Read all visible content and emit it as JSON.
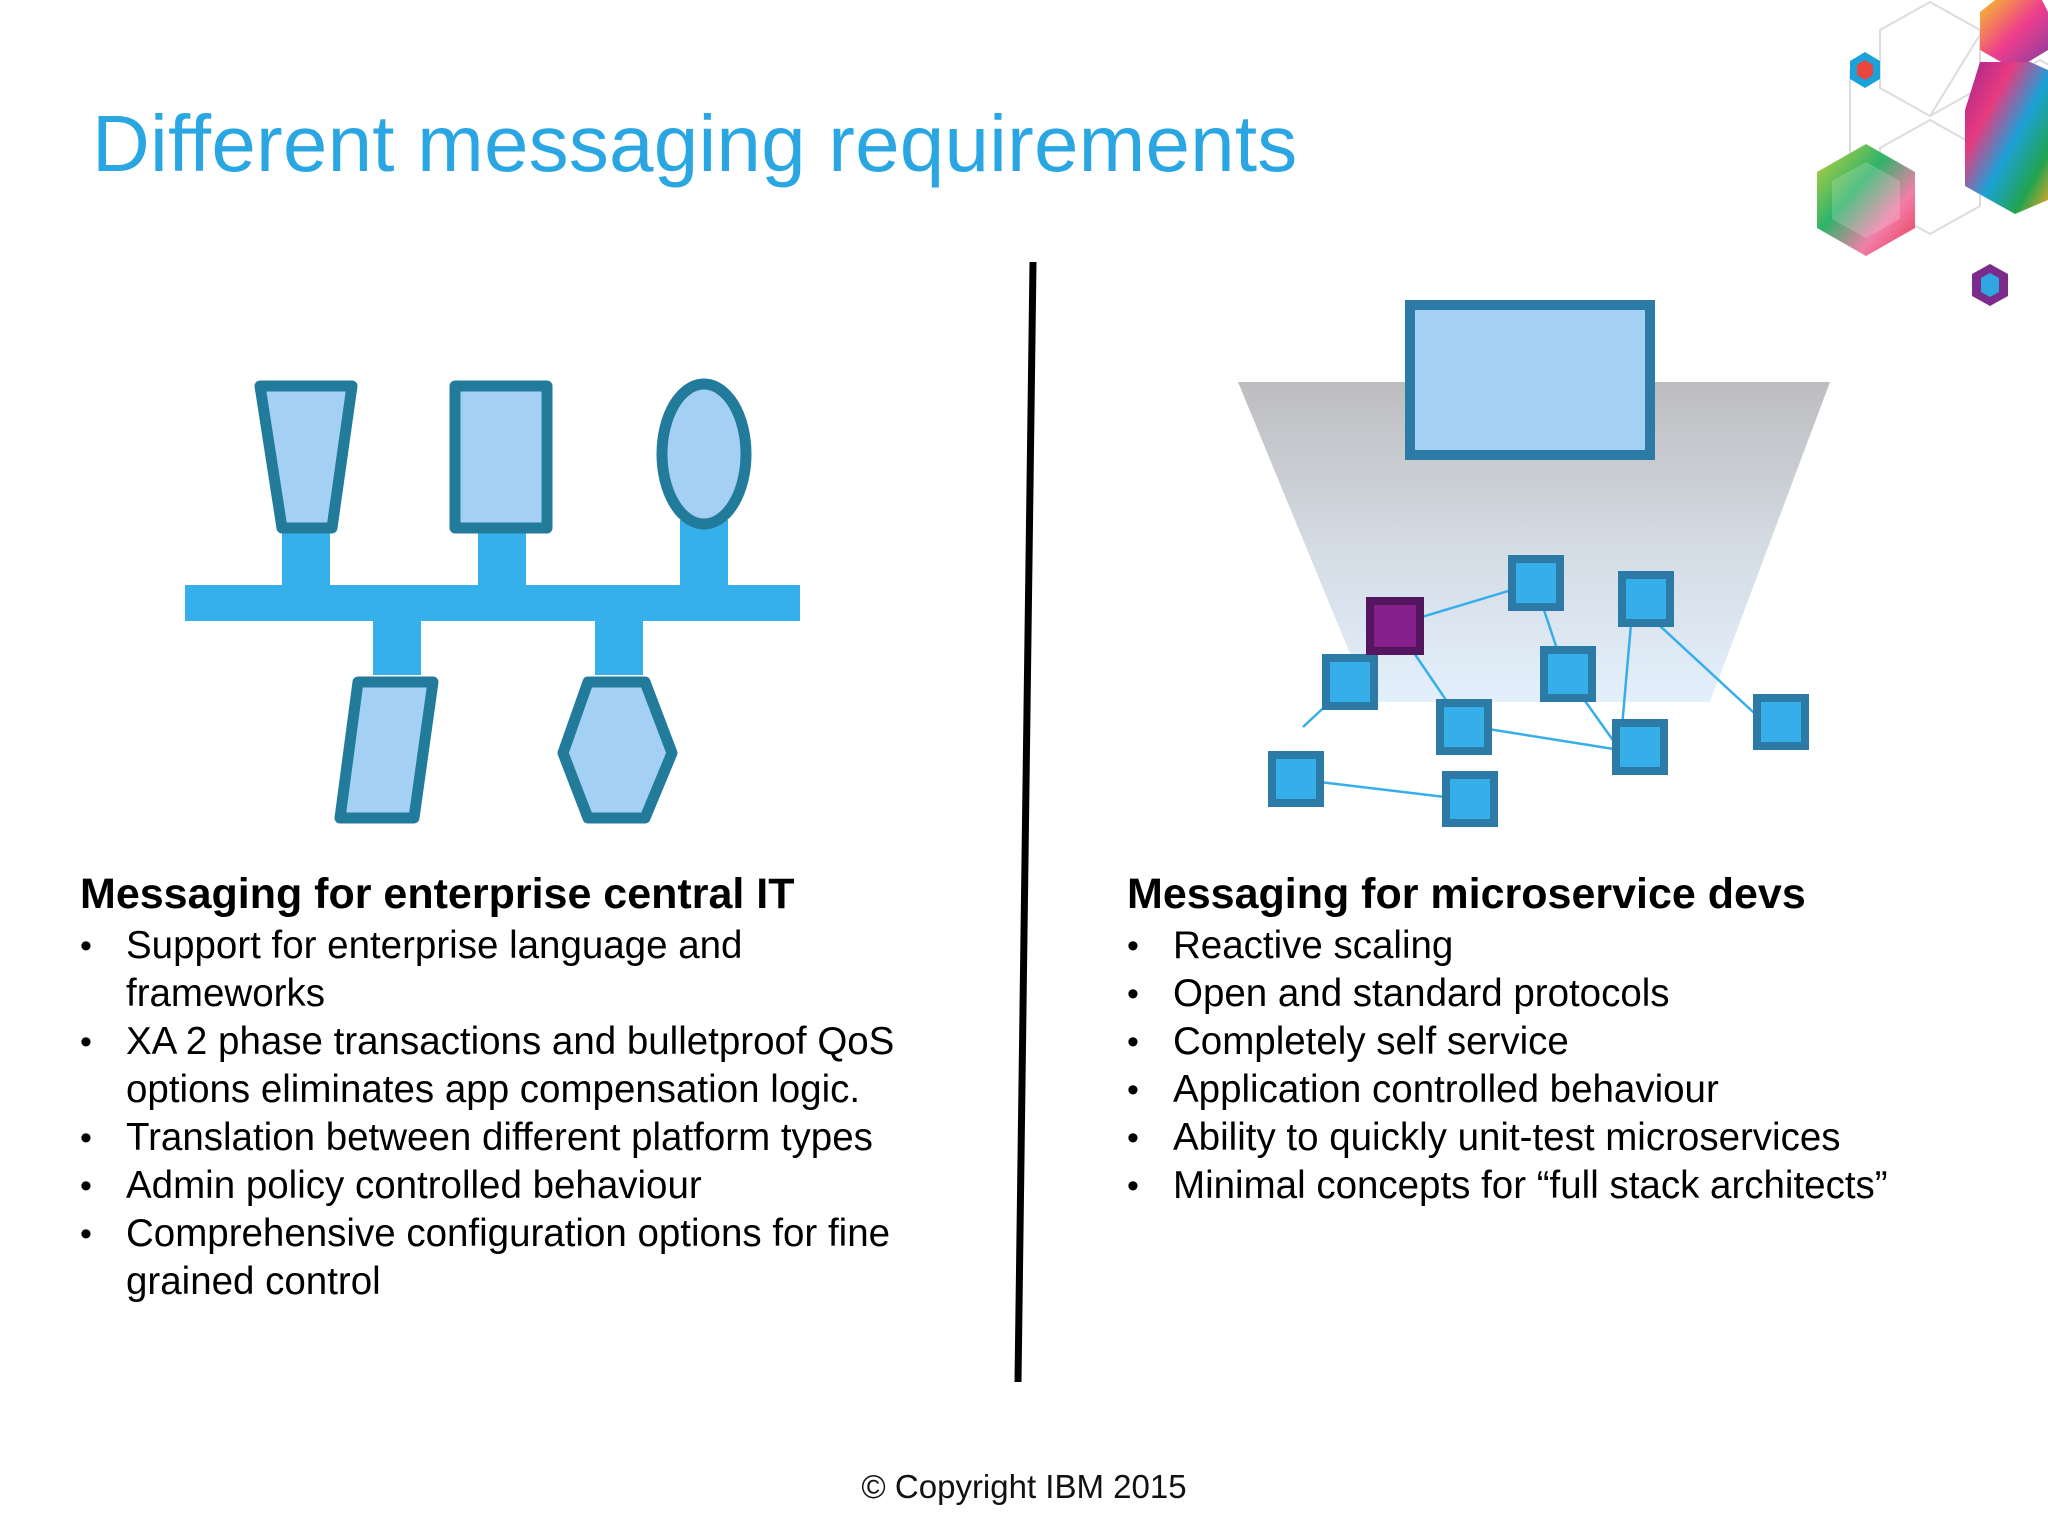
{
  "slide": {
    "title": "Different messaging requirements",
    "copyright": "© Copyright IBM 2015"
  },
  "left": {
    "heading": "Messaging for enterprise central IT",
    "bullets": [
      "Support for enterprise language and frameworks",
      "XA 2 phase transactions and bulletproof QoS options eliminates app compensation logic.",
      "Translation between different platform types",
      "Admin policy controlled behaviour",
      "Comprehensive configuration options for fine grained control"
    ]
  },
  "right": {
    "heading": "Messaging for microservice devs",
    "bullets": [
      "Reactive scaling",
      "Open and standard protocols",
      "Completely self service",
      "Application controlled behaviour",
      "Ability to quickly unit-test microservices",
      "Minimal concepts for “full stack architects”"
    ]
  },
  "colors": {
    "title": "#2aa7e3",
    "bus": "#35b0ea",
    "shape_fill": "#a3d0f3",
    "shape_stroke": "#237b9c",
    "node_fill": "#35aeea",
    "node_stroke": "#2c7ba6",
    "node_accent": "#6e1a76"
  },
  "icons": [
    "enterprise-bus-icon",
    "microservice-network-icon",
    "hexagon-logo-icon"
  ]
}
